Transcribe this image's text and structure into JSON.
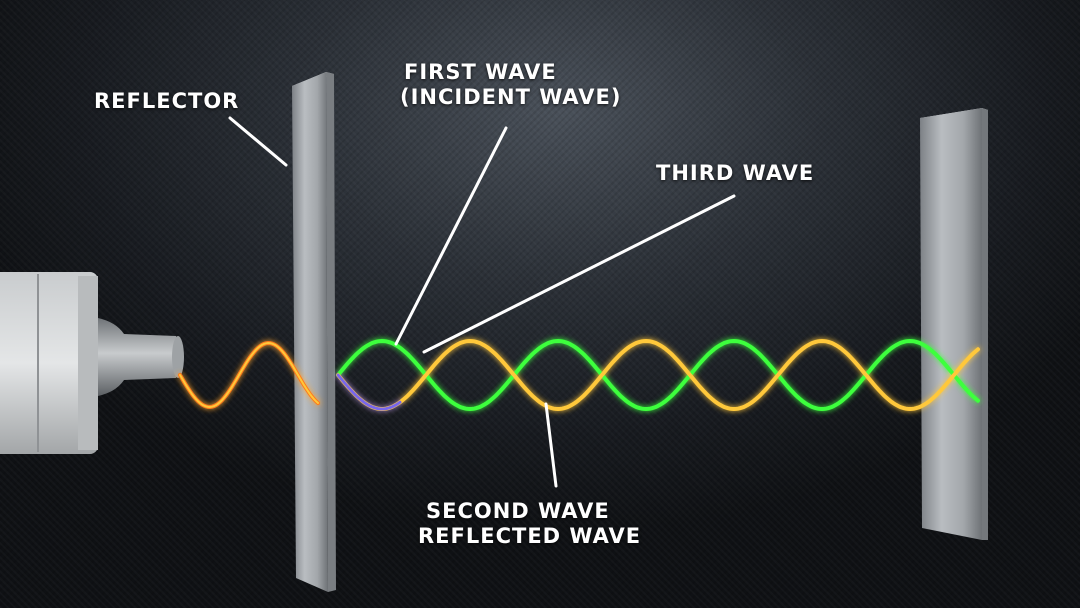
{
  "labels": {
    "reflector": "REFLECTOR",
    "first_wave_line1": "FIRST WAVE",
    "first_wave_line2": "(INCIDENT WAVE)",
    "third_wave": "THIRD WAVE",
    "second_wave_line1": "SECOND WAVE",
    "second_wave_line2": "REFLECTED WAVE"
  },
  "colors": {
    "background": "#1c2026",
    "incident_wave": "#ffc83a",
    "incident_wave_source": "#ff7a1a",
    "reflected_wave": "#3cff3c",
    "incident_tip": "#6a5cff",
    "plate": "#a9adb1",
    "label_text": "#ffffff",
    "leader_line": "#ffffff"
  },
  "icons": {
    "emitter": "wave-emitter-icon",
    "left_plate": "reflector-plate-icon",
    "right_plate": "reflector-plate-icon"
  }
}
